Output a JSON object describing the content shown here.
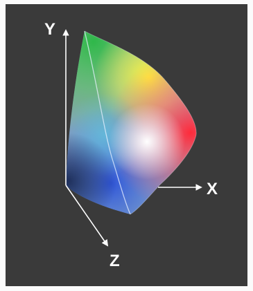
{
  "axes": {
    "y": "Y",
    "x": "X",
    "z": "Z"
  },
  "colors": {
    "background": "#3a3a3a",
    "axis": "#ffffff",
    "solid_red": "#e8343c",
    "solid_green": "#3fbe4a",
    "solid_blue": "#3a5fd0",
    "solid_yellow": "#f2ee3a"
  }
}
